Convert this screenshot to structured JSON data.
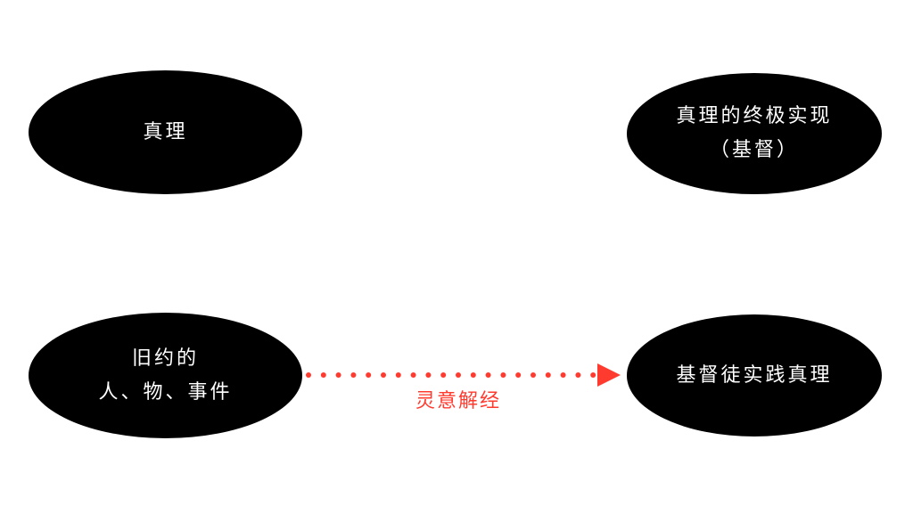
{
  "nodes": {
    "truth": {
      "lines": [
        "真理"
      ]
    },
    "fulfillment": {
      "lines": [
        "真理的终极实现",
        "（基督）"
      ]
    },
    "old_testament": {
      "lines": [
        "旧约的",
        "人、物、事件"
      ]
    },
    "practice": {
      "lines": [
        "基督徒实践真理"
      ]
    }
  },
  "arrow": {
    "label": "灵意解经",
    "color": "#ff3b2f"
  }
}
